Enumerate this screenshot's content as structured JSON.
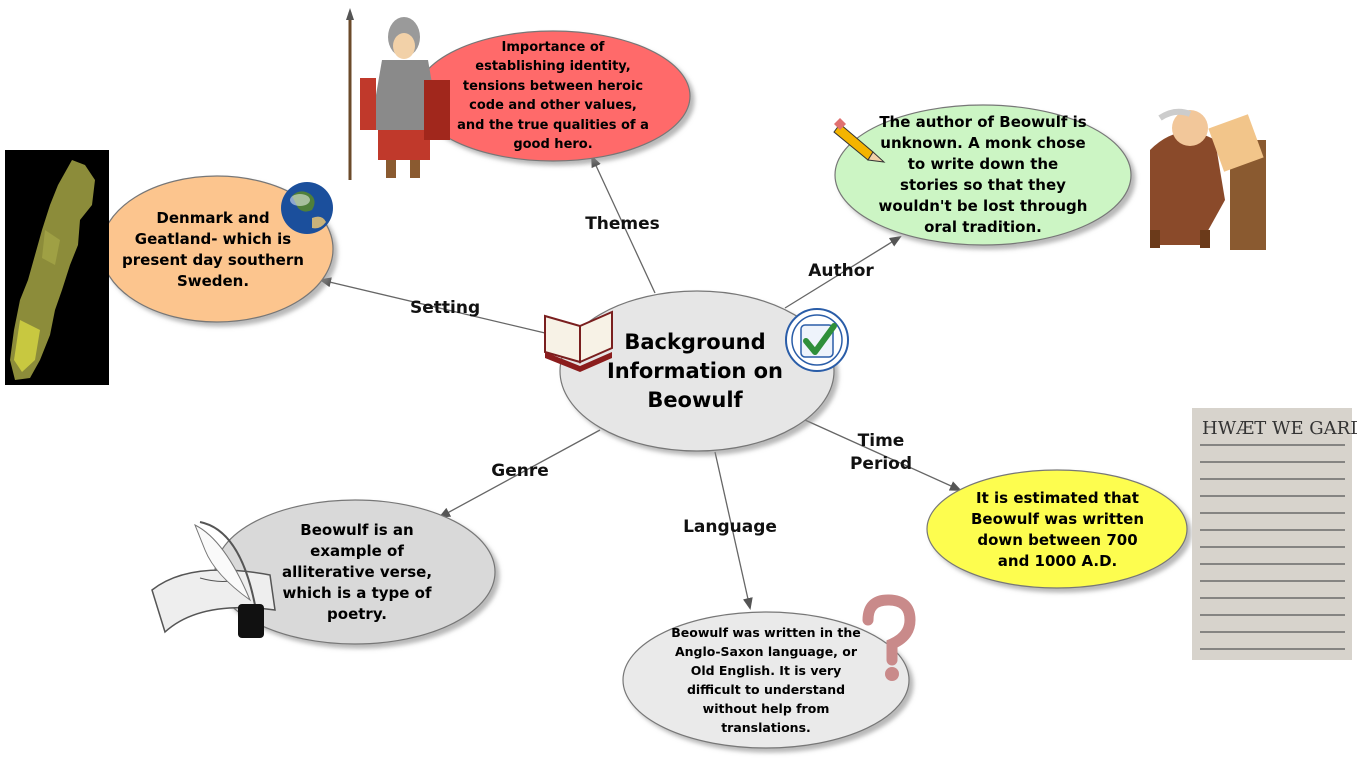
{
  "center": {
    "text": "Background Information on Beowulf"
  },
  "links": {
    "themes": "Themes",
    "setting": "Setting",
    "author": "Author",
    "time_period_1": "Time",
    "time_period_2": "Period",
    "genre": "Genre",
    "language": "Language"
  },
  "nodes": {
    "themes": "Importance of establishing identity, tensions between heroic code and other values, and the true qualities of a good hero.",
    "setting": "Denmark and Geatland- which is present day southern Sweden.",
    "author": "The author of Beowulf is unknown. A monk chose to write down the stories so that they wouldn't be lost through oral tradition.",
    "time_period": "It is estimated that Beowulf was written down between 700 and 1000 A.D.",
    "genre": "Beowulf is an example of alliterative verse, which is a type of poetry.",
    "language": "Beowulf was written in the Anglo-Saxon language, or Old English. It is very difficult to understand without help from translations."
  },
  "manuscript": {
    "heading": "HWÆT WE GARDE"
  },
  "colors": {
    "themes": "#ff6b6b",
    "setting": "#fcc58e",
    "author": "#ccf5c4",
    "time_period": "#fdfd4f",
    "genre": "#d9d9d9",
    "language": "#eaeaea",
    "center": "#e6e6e6"
  }
}
